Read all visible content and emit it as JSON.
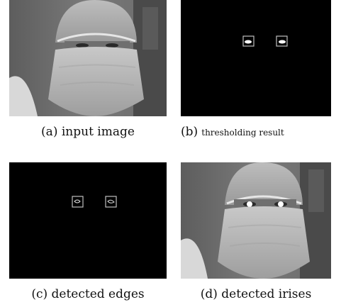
{
  "figure": {
    "panels": [
      {
        "label": "(a)",
        "caption": "input image",
        "kind": "photo-masked-face"
      },
      {
        "label": "(b)",
        "caption": "thresholding result",
        "kind": "binary-eye-blobs"
      },
      {
        "label": "(c)",
        "caption": "detected edges",
        "kind": "edge-contours"
      },
      {
        "label": "(d)",
        "caption": "detected irises",
        "kind": "photo-masked-face-with-iris-marks"
      }
    ],
    "colors": {
      "background": "#000000",
      "mark": "#ffffff",
      "face_tone": "#8c8c8c"
    }
  }
}
